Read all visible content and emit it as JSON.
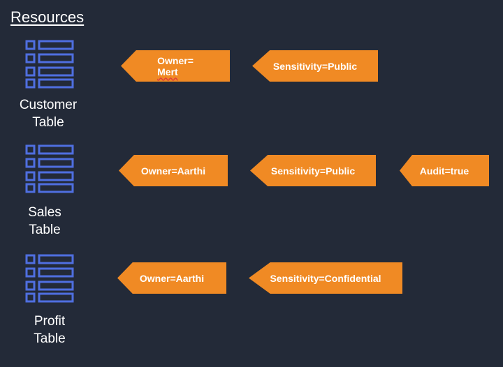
{
  "heading": "Resources",
  "colors": {
    "background": "#232a38",
    "tag": "#f08a24",
    "icon": "#4f6fe0"
  },
  "resources": [
    {
      "name_line1": "Customer",
      "name_line2": "Table",
      "icon": "table-icon",
      "tags": [
        {
          "prefix": "Owner=",
          "value": "Mert"
        },
        {
          "text": "Sensitivity=Public"
        }
      ]
    },
    {
      "name_line1": "Sales",
      "name_line2": "Table",
      "icon": "table-icon",
      "tags": [
        {
          "text": "Owner=Aarthi"
        },
        {
          "text": "Sensitivity=Public"
        },
        {
          "text": "Audit=true"
        }
      ]
    },
    {
      "name_line1": "Profit",
      "name_line2": "Table",
      "icon": "table-icon",
      "tags": [
        {
          "text": "Owner=Aarthi"
        },
        {
          "text": "Sensitivity=Confidential"
        }
      ]
    }
  ]
}
